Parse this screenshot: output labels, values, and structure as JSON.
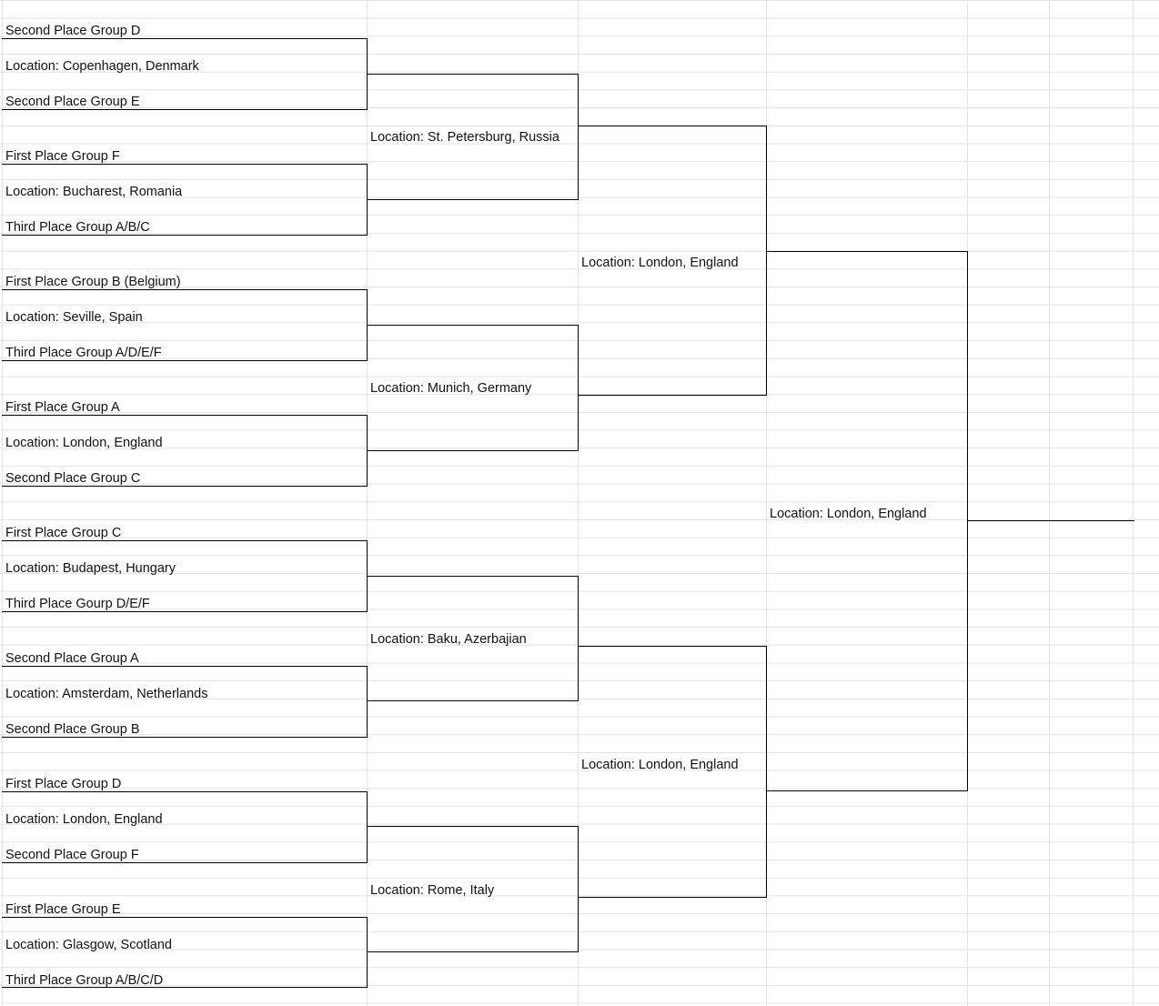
{
  "round_of_16": [
    {
      "team_a": "Second Place Group D",
      "location": "Location: Copenhagen, Denmark",
      "team_b": "Second Place Group E"
    },
    {
      "team_a": "First Place Group F",
      "location": "Location: Bucharest, Romania",
      "team_b": "Third Place Group A/B/C"
    },
    {
      "team_a": "First Place Group B (Belgium)",
      "location": "Location: Seville, Spain",
      "team_b": "Third Place Group A/D/E/F"
    },
    {
      "team_a": "First Place Group A",
      "location": "Location: London, England",
      "team_b": "Second Place Group C"
    },
    {
      "team_a": "First Place Group C",
      "location": "Location: Budapest, Hungary",
      "team_b": "Third Place Gourp D/E/F"
    },
    {
      "team_a": "Second Place Group A",
      "location": "Location: Amsterdam, Netherlands",
      "team_b": "Second Place Group B"
    },
    {
      "team_a": "First Place Group D",
      "location": "Location: London, England",
      "team_b": "Second Place Group F"
    },
    {
      "team_a": "First Place Group E",
      "location": "Location: Glasgow, Scotland",
      "team_b": "Third Place Group A/B/C/D"
    }
  ],
  "quarter_finals": [
    {
      "location": "Location: St. Petersburg, Russia"
    },
    {
      "location": "Location: Munich, Germany"
    },
    {
      "location": "Location: Baku, Azerbajian"
    },
    {
      "location": "Location: Rome, Italy"
    }
  ],
  "semi_finals": [
    {
      "location": "Location: London, England"
    },
    {
      "location": "Location: London, England"
    }
  ],
  "final": {
    "location": "Location: London, England"
  }
}
